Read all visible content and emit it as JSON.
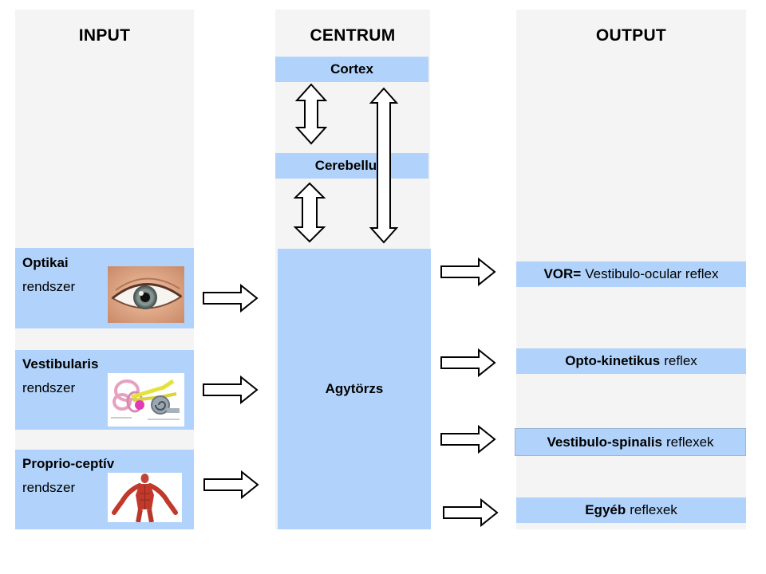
{
  "columns": {
    "input": "INPUT",
    "centrum": "CENTRUM",
    "output": "OUTPUT"
  },
  "centrum": {
    "cortex": "Cortex",
    "cerebellum": "Cerebellum",
    "agytorzs": "Agytörzs"
  },
  "inputs": [
    {
      "bold": "Optikai",
      "normal": "rendszer",
      "image": "eye-photo"
    },
    {
      "bold": "Vestibularis",
      "normal": "rendszer",
      "image": "inner-ear-illustration"
    },
    {
      "bold": "Proprio-ceptív",
      "normal": "rendszer",
      "image": "muscle-anatomy-illustration"
    }
  ],
  "outputs": [
    {
      "bold": "VOR=",
      "normal": "Vestibulo-ocular reflex"
    },
    {
      "bold": "Opto-kinetikus",
      "normal": "reflex"
    },
    {
      "bold": "Vestibulo-spinalis",
      "normal": "reflexek"
    },
    {
      "bold": "Egyéb",
      "normal": "reflexek"
    }
  ],
  "colors": {
    "column_bg": "#f4f4f4",
    "box_blue": "#b1d3fb",
    "arrow_stroke": "#000000",
    "arrow_fill": "#ffffff"
  }
}
